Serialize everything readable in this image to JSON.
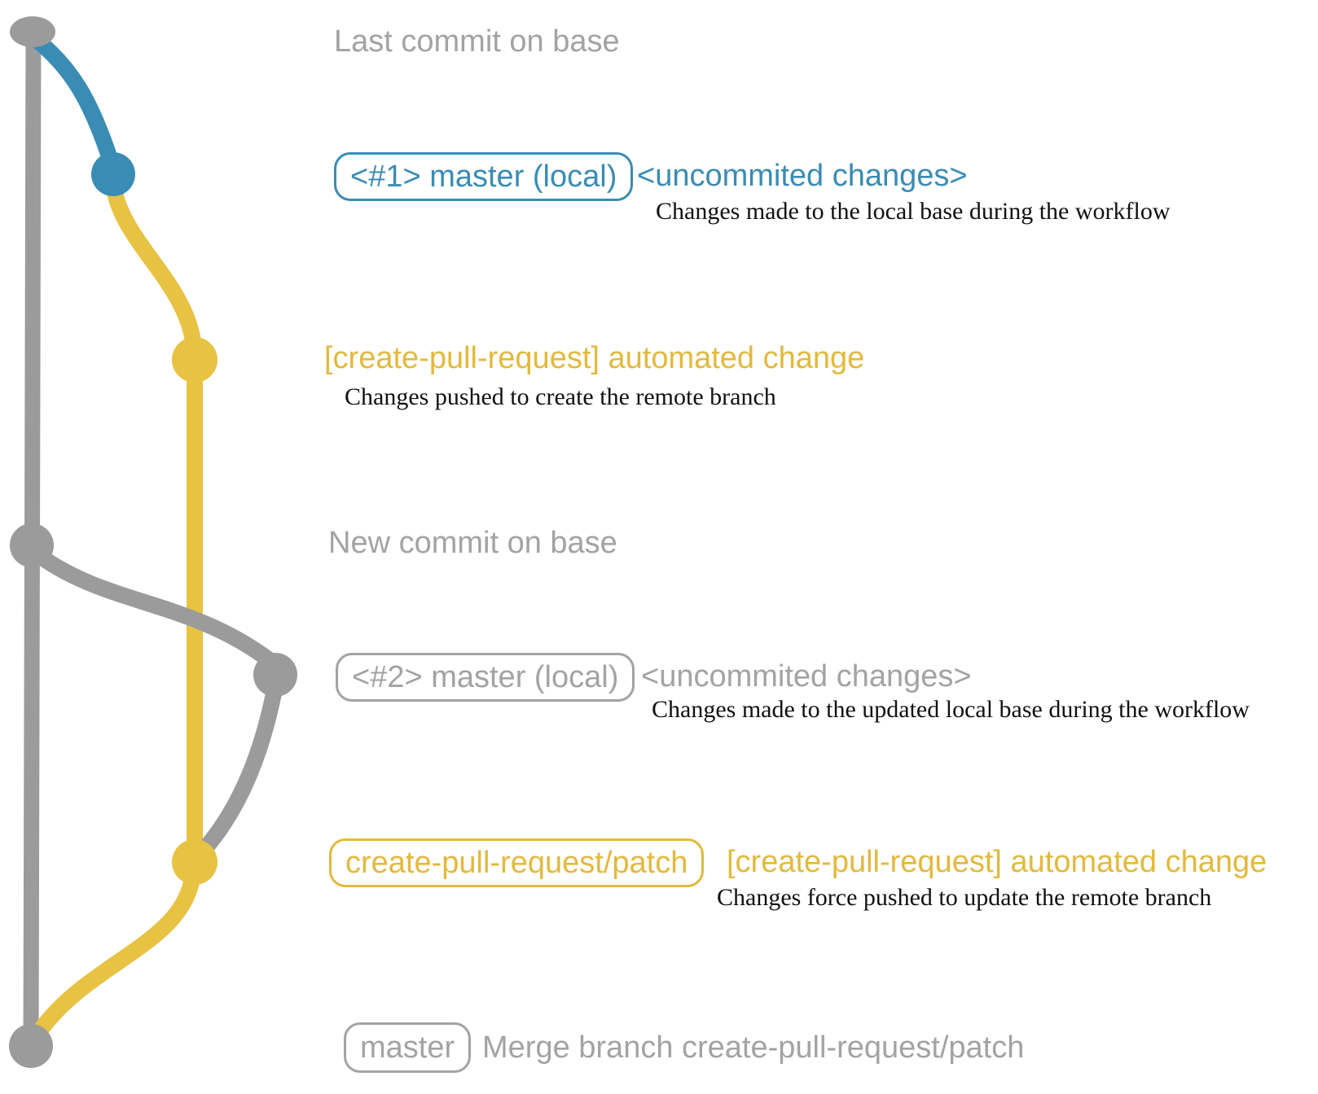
{
  "diagram": {
    "type": "git-commit-graph",
    "colors": {
      "base_branch_gray": "#9b9b9b",
      "local_branch_blue": "#3a8cb4",
      "remote_branch_yellow": "#e8c243",
      "label_gray": "#a3a3a3",
      "description_black": "#111111"
    },
    "rows": {
      "row1": {
        "label": "Last commit on base"
      },
      "row2": {
        "badge": "<#1> master (local)",
        "heading": "<uncommited changes>",
        "description": "Changes made to the local base during the workflow"
      },
      "row3": {
        "heading": "[create-pull-request] automated change",
        "description": "Changes pushed to create the remote branch"
      },
      "row4": {
        "label": "New commit on base"
      },
      "row5": {
        "badge": "<#2> master (local)",
        "heading": "<uncommited changes>",
        "description": "Changes made to the updated local base during the workflow"
      },
      "row6": {
        "badge": "create-pull-request/patch",
        "heading": "[create-pull-request] automated change",
        "description": "Changes force pushed to update the remote branch"
      },
      "row7": {
        "badge": "master",
        "heading": "Merge branch create-pull-request/patch"
      }
    }
  }
}
